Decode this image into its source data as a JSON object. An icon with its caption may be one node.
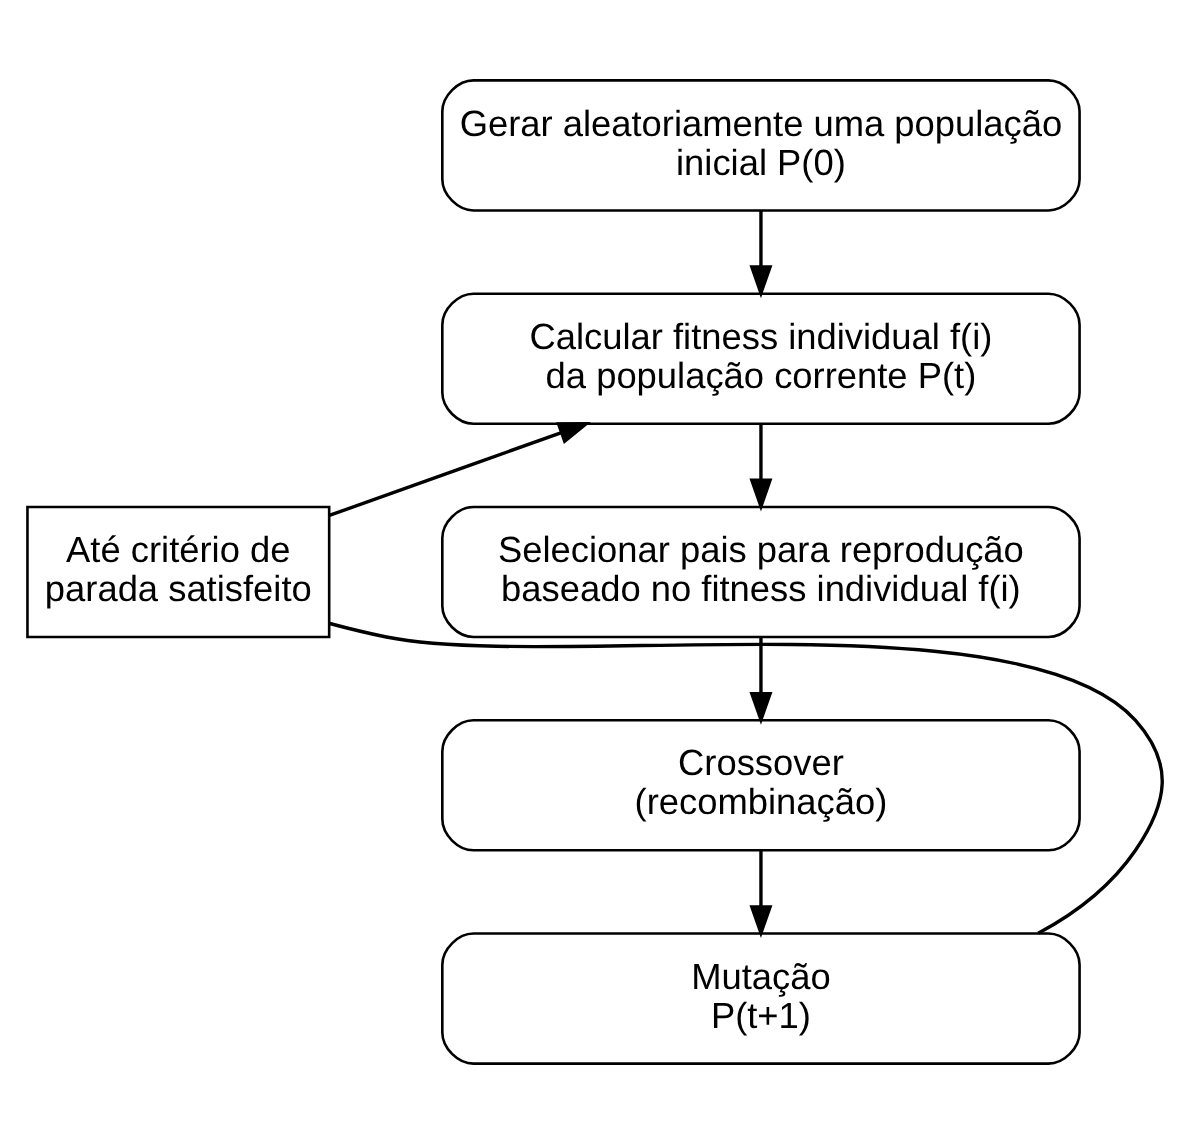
{
  "diagram": {
    "nodes": [
      {
        "text": [
          "Gerar aleatoriamente uma população inicial P(0)"
        ]
      },
      {
        "text": [
          "Calcular fitness individual f(i) da população corrente P(t)"
        ]
      },
      {
        "text": [
          "Selecionar pais para reprodução baseado no fitness individual f(i)"
        ]
      },
      {
        "text": [
          "Crossover (recombinação)"
        ]
      },
      {
        "text": [
          "Mutação P(t+1)"
        ]
      },
      {
        "text": [
          "Até critério de parada satisfeito"
        ]
      }
    ],
    "edges": [
      {
        "from": 0,
        "to": 1,
        "arrow": "to"
      },
      {
        "from": 1,
        "to": 2,
        "arrow": "to"
      },
      {
        "from": 2,
        "to": 3,
        "arrow": "to"
      },
      {
        "from": 3,
        "to": 4,
        "arrow": "to"
      },
      {
        "from": 4,
        "to": 5,
        "arrow": "none"
      },
      {
        "from": 5,
        "to": 1,
        "arrow": "to"
      }
    ]
  }
}
